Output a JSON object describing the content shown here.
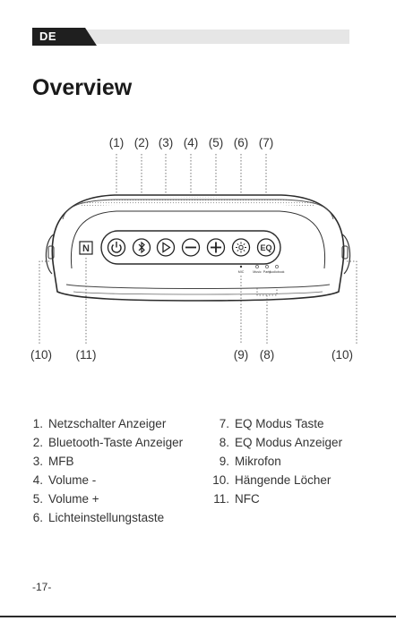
{
  "header": {
    "language": "DE"
  },
  "title": "Overview",
  "diagram": {
    "callouts_top": [
      "(1)",
      "(2)",
      "(3)",
      "(4)",
      "(5)",
      "(6)",
      "(7)"
    ],
    "callouts_bottom": [
      "(10)",
      "(11)",
      "(9)",
      "(8)",
      "(10)"
    ],
    "nfc_badge": "N",
    "eq_button": "EQ",
    "mic_label": "MIC",
    "mode_labels": [
      "Music",
      "Party",
      "Audiobook"
    ]
  },
  "legend_left": [
    {
      "num": "1.",
      "text": "Netzschalter Anzeiger"
    },
    {
      "num": "2.",
      "text": "Bluetooth-Taste Anzeiger"
    },
    {
      "num": "3.",
      "text": "MFB"
    },
    {
      "num": "4.",
      "text": "Volume -"
    },
    {
      "num": "5.",
      "text": "Volume +"
    },
    {
      "num": "6.",
      "text": "Lichteinstellungstaste"
    }
  ],
  "legend_right": [
    {
      "num": "7.",
      "text": "EQ Modus Taste"
    },
    {
      "num": "8.",
      "text": "EQ Modus Anzeiger"
    },
    {
      "num": "9.",
      "text": "Mikrofon"
    },
    {
      "num": "10.",
      "text": "Hängende Löcher"
    },
    {
      "num": "11.",
      "text": "NFC"
    }
  ],
  "page_number": "-17-"
}
